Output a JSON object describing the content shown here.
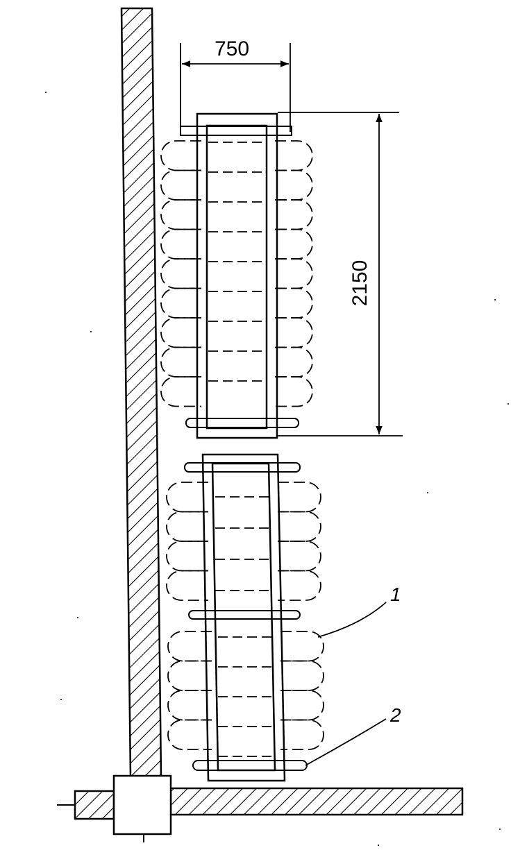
{
  "dimensions": {
    "width_label": "750",
    "length_label": "2150"
  },
  "callouts": {
    "item_1": "1",
    "item_2": "2"
  },
  "colors": {
    "ink": "#000000",
    "paper": "#ffffff"
  }
}
